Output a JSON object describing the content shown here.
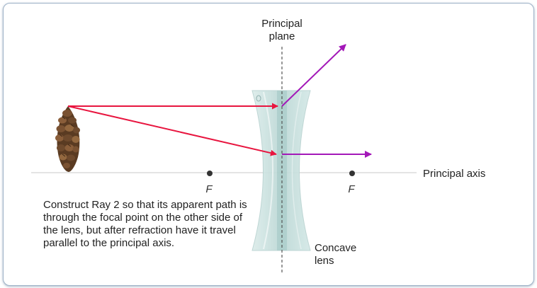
{
  "labels": {
    "principal_plane_line1": "Principal",
    "principal_plane_line2": "plane",
    "principal_axis": "Principal axis",
    "focal_left": "F",
    "focal_right": "F",
    "lens_line1": "Concave",
    "lens_line2": "lens"
  },
  "instruction": "Construct Ray 2 so that its apparent path is through the focal point on the other side of the lens, but after refraction have it travel parallel to the principal axis.",
  "colors": {
    "incident_ray": "#e8153f",
    "refracted_ray": "#a318b8",
    "axis": "#c8c8c8",
    "lens_fill": "#cde4e2",
    "frame_border": "#9fb3c8"
  },
  "icons": {
    "object": "pinecone-icon"
  }
}
